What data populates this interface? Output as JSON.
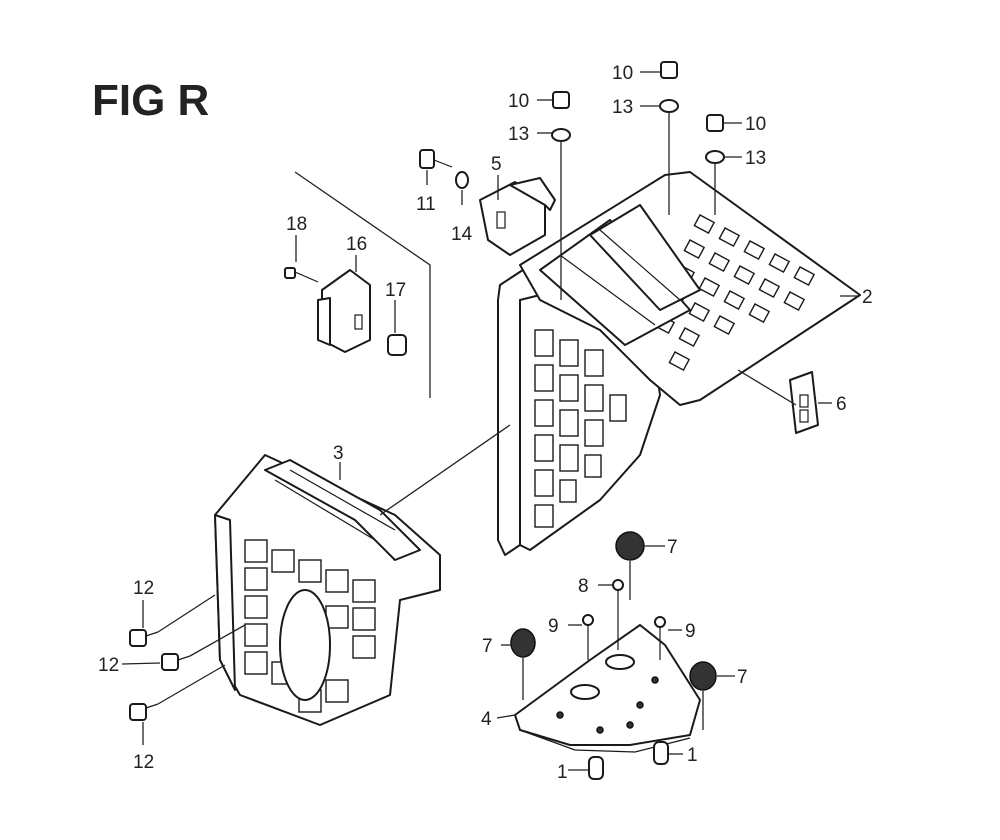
{
  "title": "FIG R",
  "callouts": [
    {
      "id": "c1a",
      "text": "1"
    },
    {
      "id": "c1b",
      "text": "1"
    },
    {
      "id": "c2",
      "text": "2"
    },
    {
      "id": "c3",
      "text": "3"
    },
    {
      "id": "c4",
      "text": "4"
    },
    {
      "id": "c5",
      "text": "5"
    },
    {
      "id": "c6",
      "text": "6"
    },
    {
      "id": "c7a",
      "text": "7"
    },
    {
      "id": "c7b",
      "text": "7"
    },
    {
      "id": "c7c",
      "text": "7"
    },
    {
      "id": "c8",
      "text": "8"
    },
    {
      "id": "c9a",
      "text": "9"
    },
    {
      "id": "c9b",
      "text": "9"
    },
    {
      "id": "c10a",
      "text": "10"
    },
    {
      "id": "c10b",
      "text": "10"
    },
    {
      "id": "c10c",
      "text": "10"
    },
    {
      "id": "c11",
      "text": "11"
    },
    {
      "id": "c12a",
      "text": "12"
    },
    {
      "id": "c12b",
      "text": "12"
    },
    {
      "id": "c12c",
      "text": "12"
    },
    {
      "id": "c13a",
      "text": "13"
    },
    {
      "id": "c13b",
      "text": "13"
    },
    {
      "id": "c13c",
      "text": "13"
    },
    {
      "id": "c14",
      "text": "14"
    },
    {
      "id": "c16",
      "text": "16"
    },
    {
      "id": "c17",
      "text": "17"
    },
    {
      "id": "c18",
      "text": "18"
    }
  ]
}
